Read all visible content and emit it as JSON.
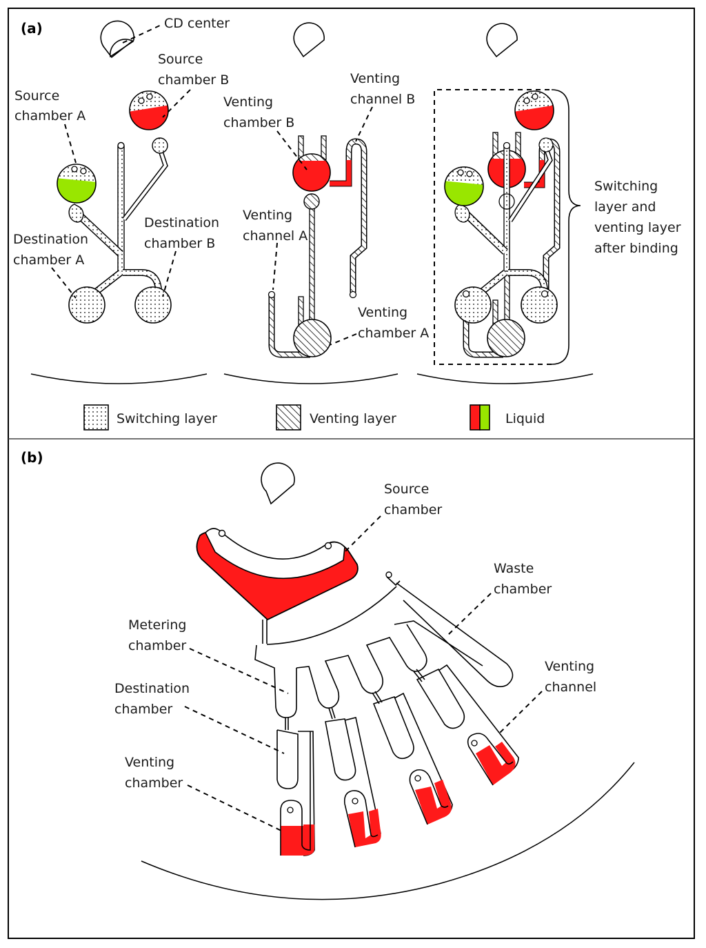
{
  "colors": {
    "liquid_red": "#ff1a1a",
    "liquid_green": "#99e600",
    "stroke": "#000000",
    "background": "#ffffff"
  },
  "panel_a": {
    "label": "(a)",
    "labels": {
      "cd_center": "CD center",
      "source_b": [
        "Source",
        "chamber B"
      ],
      "source_a": [
        "Source",
        "chamber A"
      ],
      "dest_a": [
        "Destination",
        "chamber A"
      ],
      "dest_b": [
        "Destination",
        "chamber B"
      ],
      "vent_chamber_b": [
        "Venting",
        "chamber B"
      ],
      "vent_channel_b": [
        "Venting",
        "channel B"
      ],
      "vent_channel_a": [
        "Venting",
        "channel A"
      ],
      "vent_chamber_a": [
        "Venting",
        "chamber A"
      ],
      "combined": [
        "Switching",
        "layer and",
        "venting layer",
        "after binding"
      ]
    },
    "legend": [
      {
        "name": "switching-layer",
        "label": "Switching layer",
        "pattern": "dots"
      },
      {
        "name": "venting-layer",
        "label": "Venting layer",
        "pattern": "hatch"
      },
      {
        "name": "liquid",
        "label": "Liquid",
        "pattern": "red-green"
      }
    ]
  },
  "panel_b": {
    "label": "(b)",
    "labels": {
      "source": [
        "Source",
        "chamber"
      ],
      "waste": [
        "Waste",
        "chamber"
      ],
      "metering": [
        "Metering",
        "chamber"
      ],
      "destination": [
        "Destination",
        "chamber"
      ],
      "venting_channel": [
        "Venting",
        "channel"
      ],
      "venting_chamber": [
        "Venting",
        "chamber"
      ]
    },
    "units": 4
  }
}
